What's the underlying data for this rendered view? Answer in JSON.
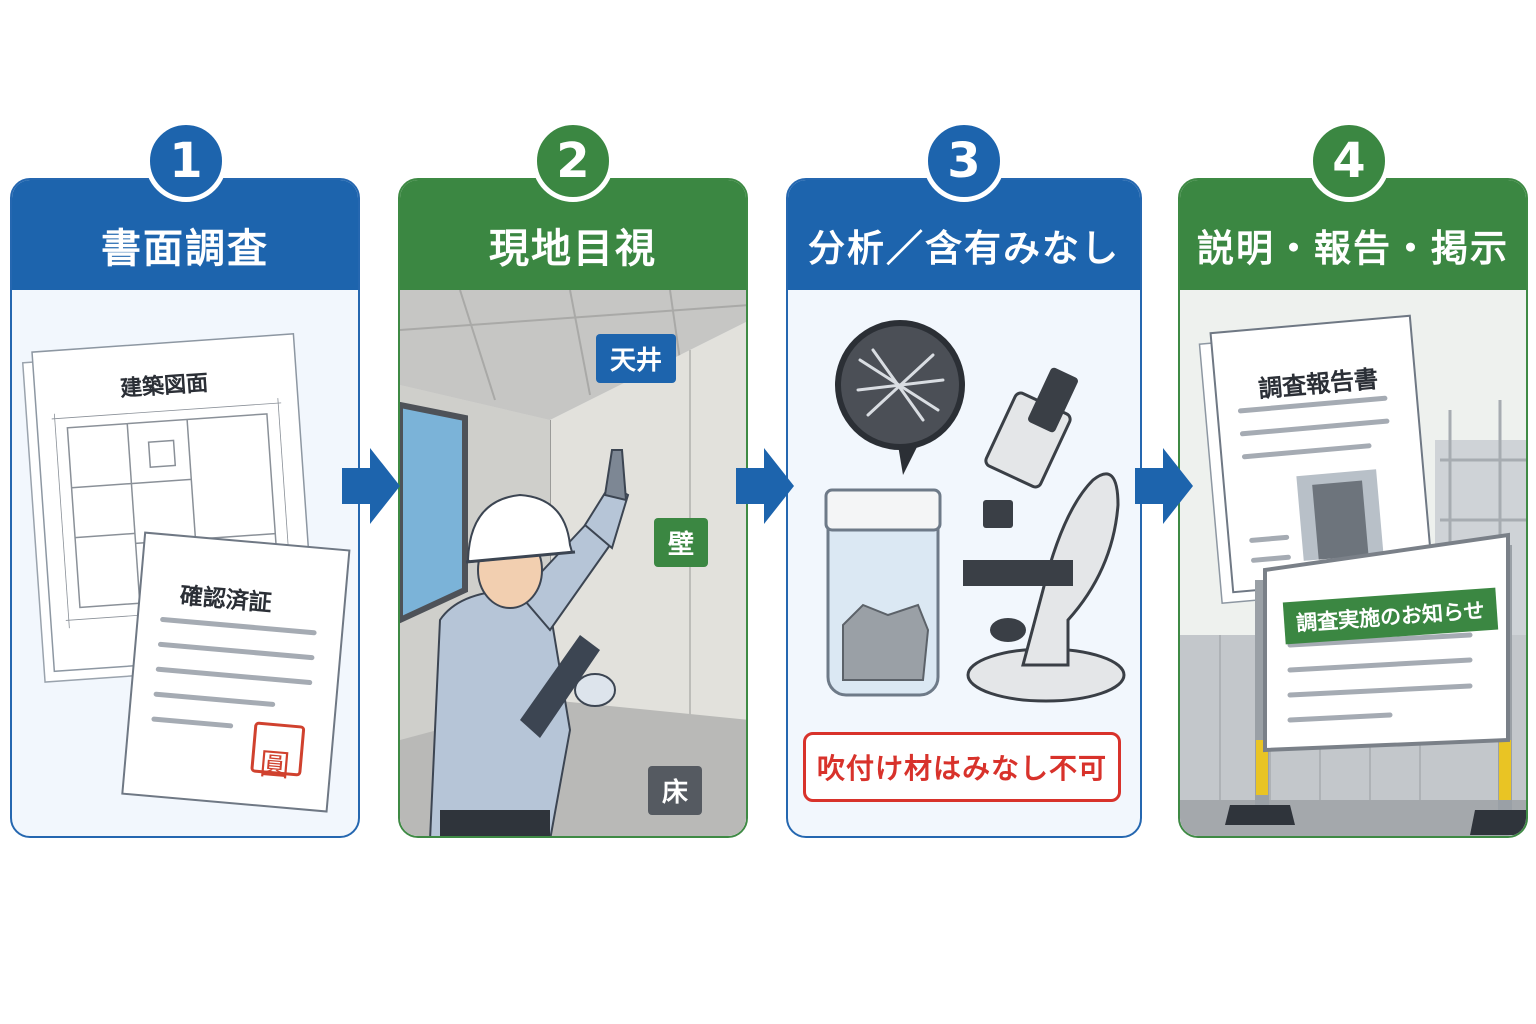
{
  "steps": [
    {
      "number": "1",
      "title": "書面調査",
      "color": "#1d64ad"
    },
    {
      "number": "2",
      "title": "現地目視",
      "color": "#3b8742"
    },
    {
      "number": "3",
      "title": "分析／含有みなし",
      "color": "#1d64ad"
    },
    {
      "number": "4",
      "title": "説明・報告・掲示",
      "color": "#3b8742"
    }
  ],
  "step1": {
    "drawing_label": "建築図面",
    "certificate_label": "確認済証",
    "stamp_glyph": "圓"
  },
  "step2": {
    "ceiling_tag": "天井",
    "wall_tag": "壁",
    "floor_tag": "床"
  },
  "step3": {
    "warning": "吹付け材はみなし不可"
  },
  "step4": {
    "report_title": "調査報告書",
    "notice_title": "調査実施のお知らせ"
  },
  "icons": {
    "arrow": "right-arrow-icon"
  }
}
